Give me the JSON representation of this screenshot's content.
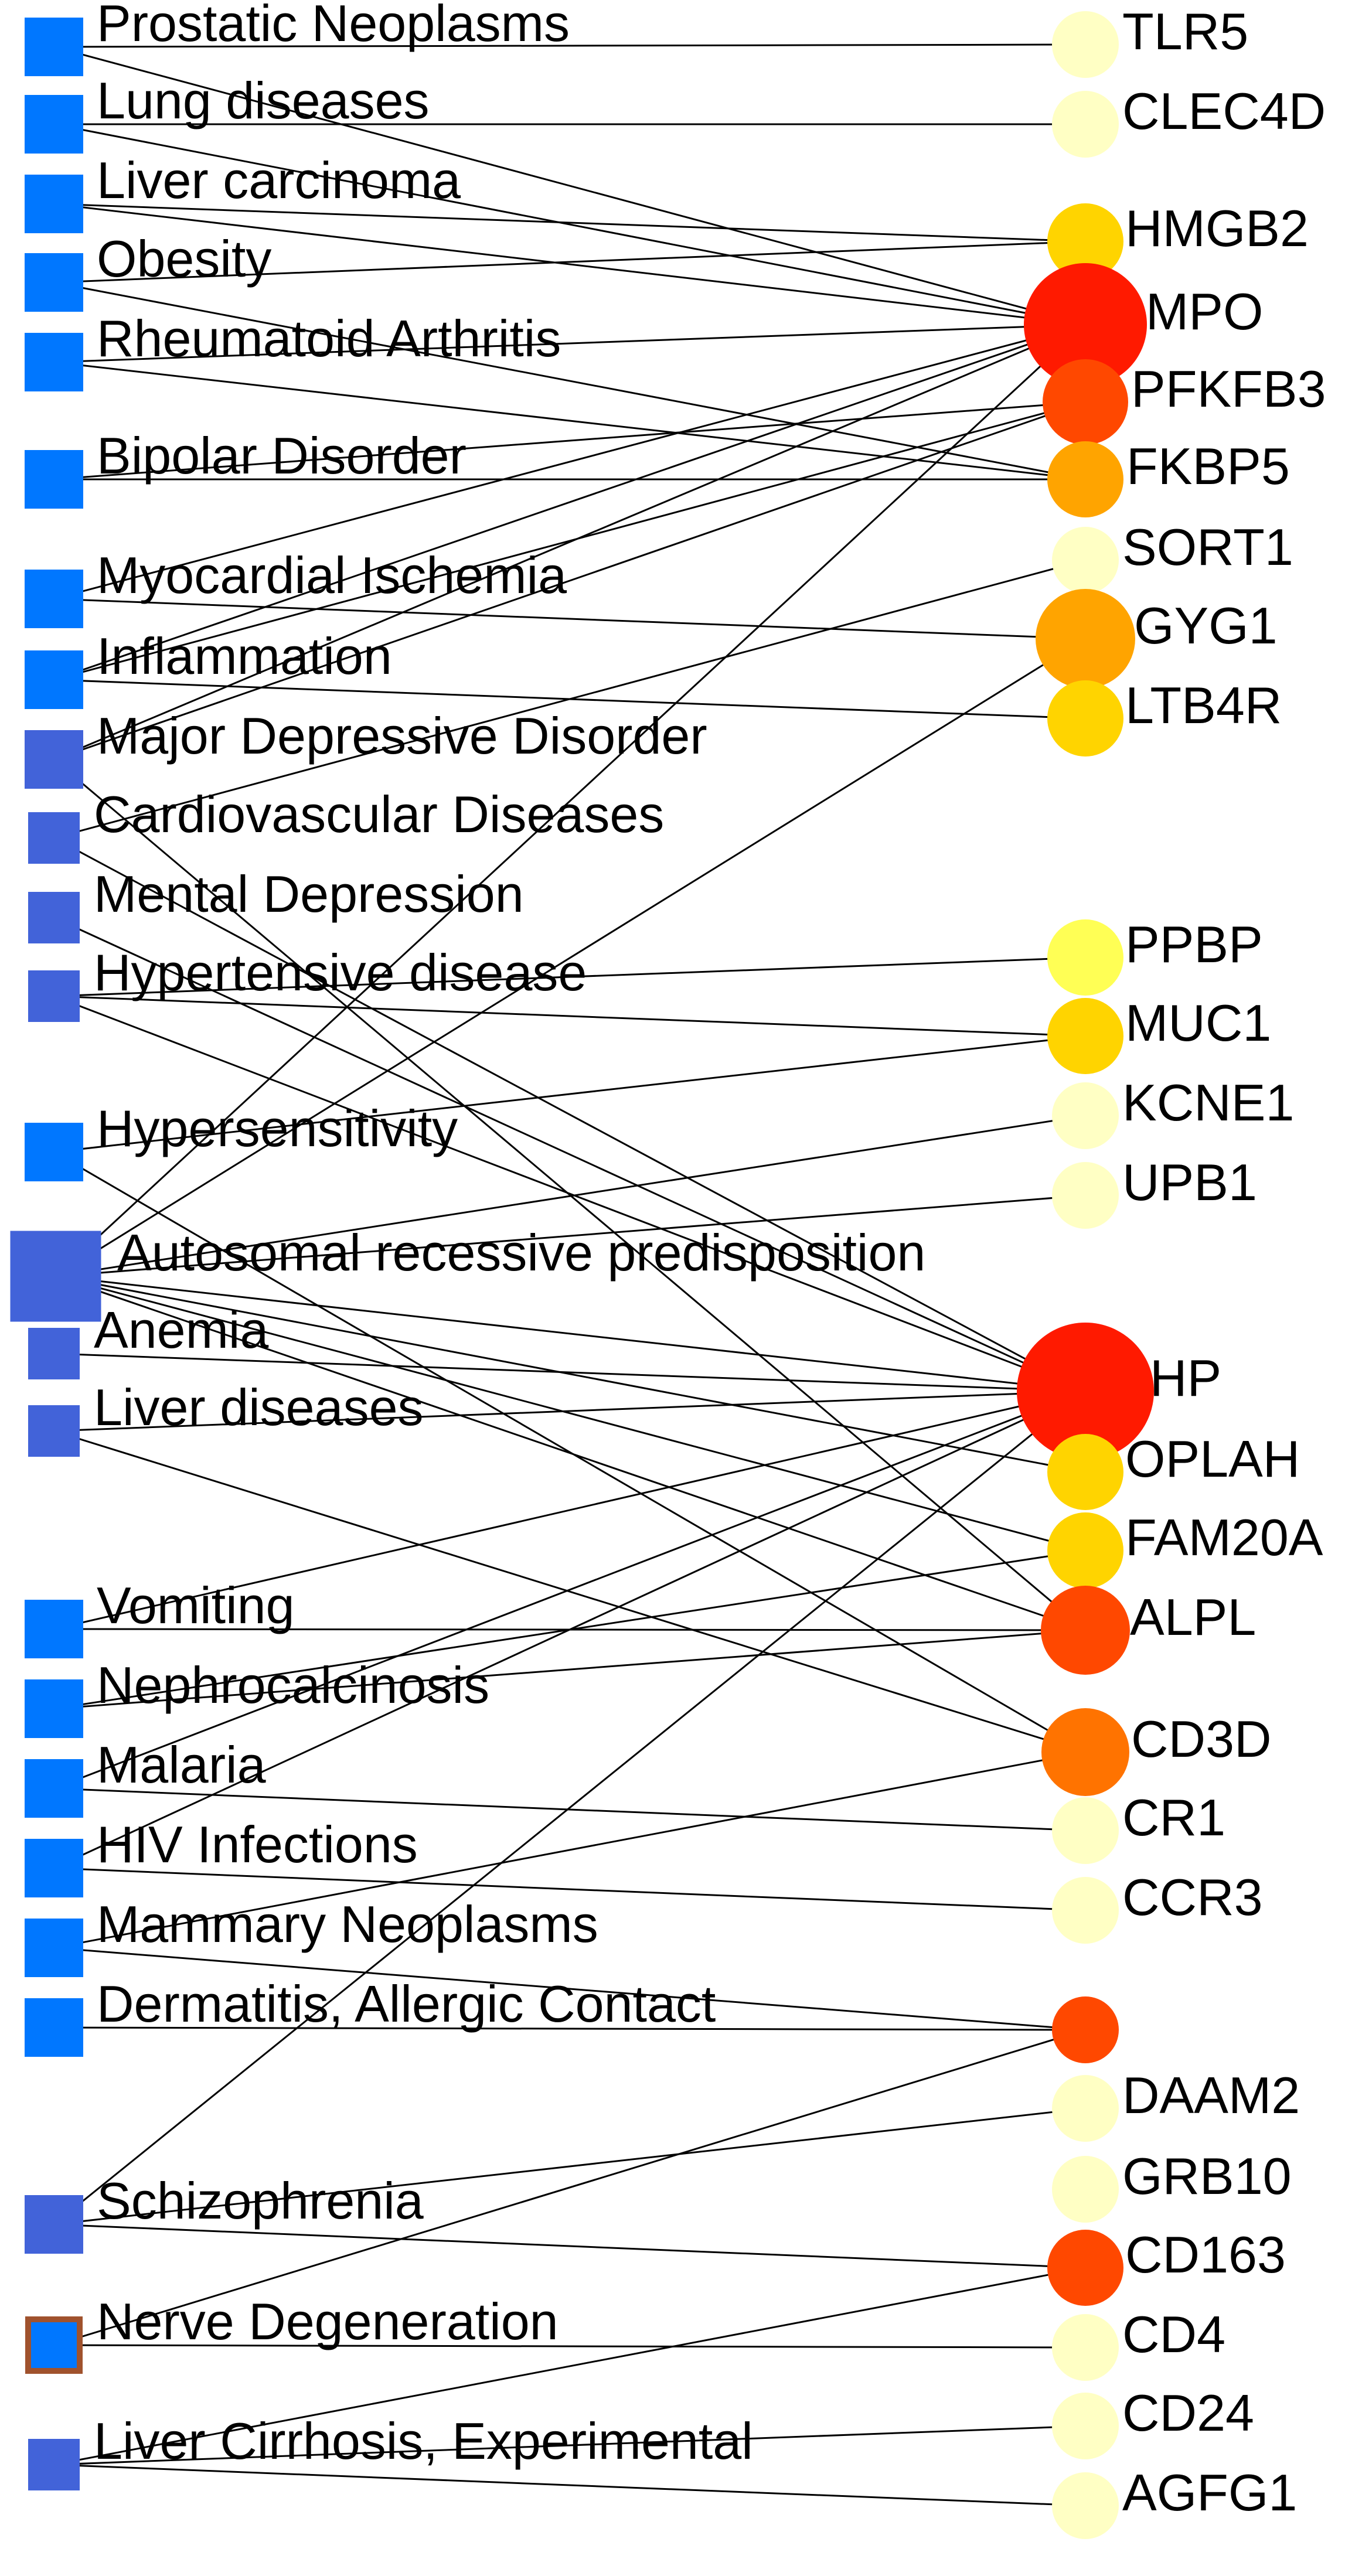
{
  "colors": {
    "edge": "#000000",
    "disease_blue": "#0077ff",
    "disease_slate": "#4263d9",
    "disease_outline": "#a0522d",
    "gene_pale": "#ffffc4",
    "gene_yellow": "#ffe030",
    "gene_gold": "#ffd400",
    "gene_light_yellow": "#ffff55",
    "gene_orange": "#ffa400",
    "gene_dark_orange": "#ff7300",
    "gene_red_orange": "#ff4800",
    "gene_red": "#ff1a00"
  },
  "diseases": [
    {
      "id": "d0",
      "label": "Prostatic Neoplasms",
      "color": "disease_blue"
    },
    {
      "id": "d1",
      "label": "Lung diseases",
      "color": "disease_blue"
    },
    {
      "id": "d2",
      "label": "Liver carcinoma",
      "color": "disease_blue"
    },
    {
      "id": "d3",
      "label": "Obesity",
      "color": "disease_blue"
    },
    {
      "id": "d4",
      "label": "Rheumatoid Arthritis",
      "color": "disease_blue"
    },
    {
      "id": "d5",
      "label": "Bipolar Disorder",
      "color": "disease_blue"
    },
    {
      "id": "d6",
      "label": "Myocardial Ischemia",
      "color": "disease_blue"
    },
    {
      "id": "d7",
      "label": "Inflammation",
      "color": "disease_blue"
    },
    {
      "id": "d8",
      "label": "Major Depressive Disorder",
      "color": "disease_slate"
    },
    {
      "id": "d9",
      "label": "Cardiovascular Diseases",
      "color": "disease_slate"
    },
    {
      "id": "d10",
      "label": "Mental Depression",
      "color": "disease_slate"
    },
    {
      "id": "d11",
      "label": "Hypertensive disease",
      "color": "disease_slate"
    },
    {
      "id": "d12",
      "label": "Hypersensitivity",
      "color": "disease_blue"
    },
    {
      "id": "d13",
      "label": "Autosomal recessive predisposition",
      "color": "disease_slate"
    },
    {
      "id": "d14",
      "label": "Anemia",
      "color": "disease_slate"
    },
    {
      "id": "d15",
      "label": "Liver diseases",
      "color": "disease_slate"
    },
    {
      "id": "d16",
      "label": "Vomiting",
      "color": "disease_blue"
    },
    {
      "id": "d17",
      "label": "Nephrocalcinosis",
      "color": "disease_blue"
    },
    {
      "id": "d18",
      "label": "Malaria",
      "color": "disease_blue"
    },
    {
      "id": "d19",
      "label": "HIV Infections",
      "color": "disease_blue"
    },
    {
      "id": "d20",
      "label": "Mammary Neoplasms",
      "color": "disease_blue"
    },
    {
      "id": "d21",
      "label": "Dermatitis, Allergic Contact",
      "color": "disease_blue"
    },
    {
      "id": "d22",
      "label": "Schizophrenia",
      "color": "disease_slate"
    },
    {
      "id": "d23",
      "label": "Nerve Degeneration",
      "color": "disease_blue",
      "outlined": true
    },
    {
      "id": "d24",
      "label": "Liver Cirrhosis, Experimental",
      "color": "disease_slate"
    }
  ],
  "genes": [
    {
      "id": "g0",
      "label": "TLR5",
      "color": "gene_pale"
    },
    {
      "id": "g1",
      "label": "CLEC4D",
      "color": "gene_pale"
    },
    {
      "id": "g2",
      "label": "HMGB2",
      "color": "gene_gold"
    },
    {
      "id": "g3",
      "label": "MPO",
      "color": "gene_red"
    },
    {
      "id": "g4",
      "label": "PFKFB3",
      "color": "gene_red_orange"
    },
    {
      "id": "g5",
      "label": "FKBP5",
      "color": "gene_orange"
    },
    {
      "id": "g6",
      "label": "SORT1",
      "color": "gene_pale"
    },
    {
      "id": "g7",
      "label": "GYG1",
      "color": "gene_orange"
    },
    {
      "id": "g8",
      "label": "LTB4R",
      "color": "gene_gold"
    },
    {
      "id": "g9",
      "label": "PPBP",
      "color": "gene_light_yellow"
    },
    {
      "id": "g10",
      "label": "MUC1",
      "color": "gene_gold"
    },
    {
      "id": "g11",
      "label": "KCNE1",
      "color": "gene_pale"
    },
    {
      "id": "g12",
      "label": "UPB1",
      "color": "gene_pale"
    },
    {
      "id": "g13",
      "label": "HP",
      "color": "gene_red"
    },
    {
      "id": "g14",
      "label": "OPLAH",
      "color": "gene_gold"
    },
    {
      "id": "g15",
      "label": "FAM20A",
      "color": "gene_gold"
    },
    {
      "id": "g16",
      "label": "ALPL",
      "color": "gene_red_orange"
    },
    {
      "id": "g17",
      "label": "CD3D",
      "color": "gene_dark_orange"
    },
    {
      "id": "g18",
      "label": "CR1",
      "color": "gene_pale"
    },
    {
      "id": "g19",
      "label": "CCR3",
      "color": "gene_pale"
    },
    {
      "id": "g20",
      "label": "",
      "color": "gene_red_orange"
    },
    {
      "id": "g21",
      "label": "DAAM2",
      "color": "gene_pale"
    },
    {
      "id": "g22",
      "label": "GRB10",
      "color": "gene_pale"
    },
    {
      "id": "g23",
      "label": "CD163",
      "color": "gene_red_orange"
    },
    {
      "id": "g24",
      "label": "CD4",
      "color": "gene_pale"
    },
    {
      "id": "g25",
      "label": "CD24",
      "color": "gene_pale"
    },
    {
      "id": "g26",
      "label": "AGFG1",
      "color": "gene_pale"
    }
  ],
  "edges": [
    [
      "d0",
      "g0"
    ],
    [
      "d0",
      "g3"
    ],
    [
      "d1",
      "g1"
    ],
    [
      "d1",
      "g3"
    ],
    [
      "d2",
      "g2"
    ],
    [
      "d2",
      "g3"
    ],
    [
      "d3",
      "g2"
    ],
    [
      "d3",
      "g5"
    ],
    [
      "d4",
      "g3"
    ],
    [
      "d4",
      "g5"
    ],
    [
      "d5",
      "g4"
    ],
    [
      "d5",
      "g5"
    ],
    [
      "d6",
      "g3"
    ],
    [
      "d6",
      "g7"
    ],
    [
      "d7",
      "g3"
    ],
    [
      "d7",
      "g4"
    ],
    [
      "d7",
      "g8"
    ],
    [
      "d8",
      "g3"
    ],
    [
      "d8",
      "g4"
    ],
    [
      "d8",
      "g16"
    ],
    [
      "d9",
      "g6"
    ],
    [
      "d9",
      "g13"
    ],
    [
      "d10",
      "g13"
    ],
    [
      "d11",
      "g9"
    ],
    [
      "d11",
      "g10"
    ],
    [
      "d11",
      "g13"
    ],
    [
      "d12",
      "g10"
    ],
    [
      "d12",
      "g17"
    ],
    [
      "d13",
      "g3"
    ],
    [
      "d13",
      "g7"
    ],
    [
      "d13",
      "g11"
    ],
    [
      "d13",
      "g12"
    ],
    [
      "d13",
      "g13"
    ],
    [
      "d13",
      "g14"
    ],
    [
      "d13",
      "g15"
    ],
    [
      "d13",
      "g16"
    ],
    [
      "d14",
      "g13"
    ],
    [
      "d15",
      "g13"
    ],
    [
      "d15",
      "g17"
    ],
    [
      "d16",
      "g13"
    ],
    [
      "d16",
      "g16"
    ],
    [
      "d17",
      "g15"
    ],
    [
      "d17",
      "g16"
    ],
    [
      "d18",
      "g13"
    ],
    [
      "d18",
      "g18"
    ],
    [
      "d19",
      "g13"
    ],
    [
      "d19",
      "g19"
    ],
    [
      "d20",
      "g17"
    ],
    [
      "d20",
      "g20"
    ],
    [
      "d21",
      "g20"
    ],
    [
      "d22",
      "g13"
    ],
    [
      "d22",
      "g21"
    ],
    [
      "d22",
      "g23"
    ],
    [
      "d23",
      "g20"
    ],
    [
      "d23",
      "g24"
    ],
    [
      "d24",
      "g23"
    ],
    [
      "d24",
      "g25"
    ],
    [
      "d24",
      "g26"
    ]
  ]
}
